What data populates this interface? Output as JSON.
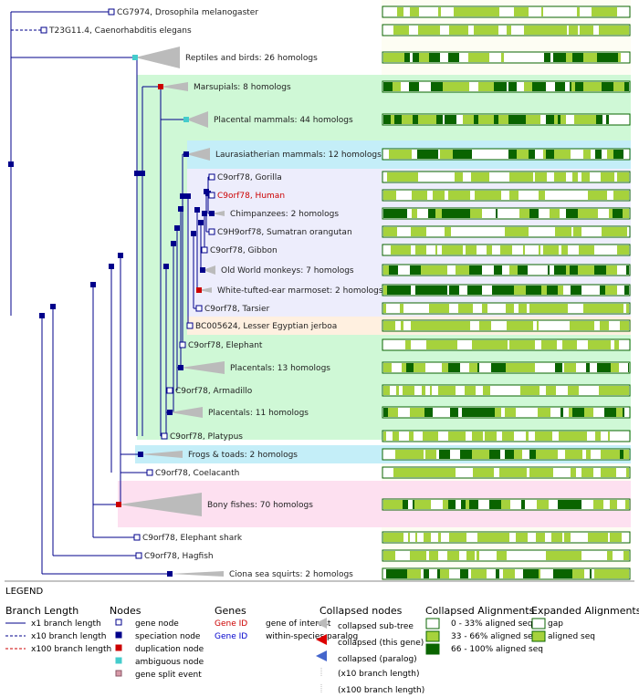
{
  "colors": {
    "x1_branch": "#00008b",
    "x10_branch": "#00008b",
    "x100_branch": "#cc0000",
    "speciation": "#00008b",
    "duplication": "#cc0000",
    "ambiguous": "#44cccc",
    "gene_split": "#d89aa8",
    "gene_of_interest": "#cc0000",
    "within_species_paralog": "#0000cc",
    "collapsed_triangle": "#bbbbbb",
    "collapsed_this_gene": "#dd0000",
    "collapsed_paralog": "#4466cc",
    "align_low": "#ffffff",
    "align_mid": "#a6d23c",
    "align_high": "#0a6400",
    "align_border": "#0a6400",
    "panel_bg": "#fdfdf3",
    "highlight_green": "#cff8d6",
    "highlight_cyan": "#c4eef8",
    "highlight_lavender": "#ededfc",
    "highlight_peach": "#fff0e0",
    "highlight_pink": "#fde0f0"
  },
  "tree": {
    "leaves": [
      {
        "label": "CG7974, Drosophila melanogaster",
        "collapsed": false,
        "highlight": false
      },
      {
        "label": "T23G11.4, Caenorhabditis elegans",
        "collapsed": false,
        "highlight": false
      },
      {
        "label": "Reptiles and birds: 26 homologs",
        "collapsed": true,
        "highlight": false
      },
      {
        "label": "Marsupials: 8 homologs",
        "collapsed": true,
        "highlight": false
      },
      {
        "label": "Placental mammals: 44 homologs",
        "collapsed": true,
        "highlight": false
      },
      {
        "label": "Laurasiatherian mammals: 12 homologs",
        "collapsed": true,
        "highlight": false
      },
      {
        "label": "C9orf78, Gorilla",
        "collapsed": false,
        "highlight": false
      },
      {
        "label": "C9orf78, Human",
        "collapsed": false,
        "highlight": true
      },
      {
        "label": "Chimpanzees: 2 homologs",
        "collapsed": true,
        "highlight": false
      },
      {
        "label": "C9H9orf78, Sumatran orangutan",
        "collapsed": false,
        "highlight": false
      },
      {
        "label": "C9orf78, Gibbon",
        "collapsed": false,
        "highlight": false
      },
      {
        "label": "Old World monkeys: 7 homologs",
        "collapsed": true,
        "highlight": false
      },
      {
        "label": "White-tufted-ear marmoset: 2 homologs",
        "collapsed": true,
        "highlight": false
      },
      {
        "label": "C9orf78, Tarsier",
        "collapsed": false,
        "highlight": false
      },
      {
        "label": "BC005624, Lesser Egyptian jerboa",
        "collapsed": false,
        "highlight": false
      },
      {
        "label": "C9orf78, Elephant",
        "collapsed": false,
        "highlight": false
      },
      {
        "label": "Placentals: 13 homologs",
        "collapsed": true,
        "highlight": false
      },
      {
        "label": "C9orf78, Armadillo",
        "collapsed": false,
        "highlight": false
      },
      {
        "label": "Placentals: 11 homologs",
        "collapsed": true,
        "highlight": false
      },
      {
        "label": "C9orf78, Platypus",
        "collapsed": false,
        "highlight": false
      },
      {
        "label": "Frogs & toads: 2 homologs",
        "collapsed": true,
        "highlight": false
      },
      {
        "label": "C9orf78, Coelacanth",
        "collapsed": false,
        "highlight": false
      },
      {
        "label": "Bony fishes: 70 homologs",
        "collapsed": true,
        "highlight": false
      },
      {
        "label": "C9orf78, Elephant shark",
        "collapsed": false,
        "highlight": false
      },
      {
        "label": "C9orf78, Hagfish",
        "collapsed": false,
        "highlight": false
      },
      {
        "label": "Ciona sea squirts: 2 homologs",
        "collapsed": true,
        "highlight": false
      }
    ]
  },
  "legend": {
    "title": "LEGEND",
    "branch_length": {
      "heading": "Branch Length",
      "items": [
        "x1 branch length",
        "x10 branch length",
        "x100 branch length"
      ]
    },
    "nodes": {
      "heading": "Nodes",
      "items": [
        "gene node",
        "speciation node",
        "duplication node",
        "ambiguous node",
        "gene split event"
      ]
    },
    "genes": {
      "heading": "Genes",
      "items": [
        {
          "key": "Gene ID",
          "desc": "gene of interest"
        },
        {
          "key": "Gene ID",
          "desc": "within-species paralog"
        }
      ]
    },
    "collapsed_nodes": {
      "heading": "Collapsed nodes",
      "items": [
        "collapsed sub-tree",
        "collapsed (this gene)",
        "collapsed (paralog)",
        "(x10 branch length)",
        "(x100 branch length)"
      ]
    },
    "collapsed_alignments": {
      "heading": "Collapsed Alignments",
      "items": [
        "0 - 33% aligned seq",
        "33 - 66% aligned seq",
        "66 - 100% aligned seq"
      ]
    },
    "expanded_alignments": {
      "heading": "Expanded Alignments",
      "items": [
        "gap",
        "aligned seq"
      ]
    }
  }
}
